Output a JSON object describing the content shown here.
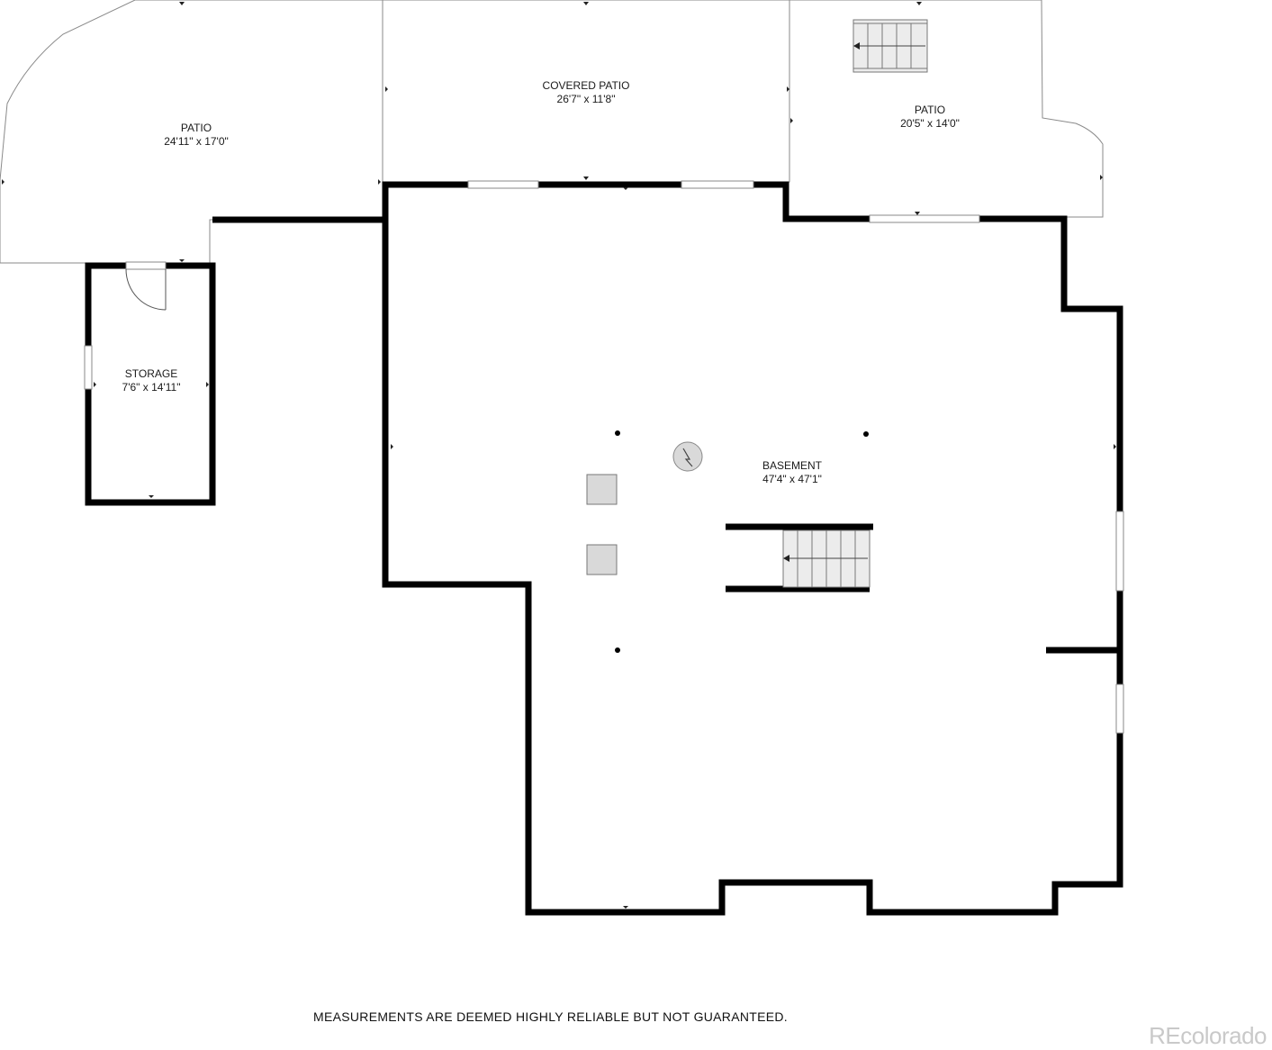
{
  "rooms": {
    "patio_west": {
      "name": "PATIO",
      "dims": "24'11\" x 17'0\""
    },
    "covered_patio": {
      "name": "COVERED PATIO",
      "dims": "26'7\" x 11'8\""
    },
    "patio_east": {
      "name": "PATIO",
      "dims": "20'5\" x 14'0\""
    },
    "storage": {
      "name": "STORAGE",
      "dims": "7'6\" x 14'11\""
    },
    "basement": {
      "name": "BASEMENT",
      "dims": "47'4\" x 47'1\""
    }
  },
  "footer": {
    "disclaimer": "MEASUREMENTS ARE DEEMED HIGHLY RELIABLE BUT NOT GUARANTEED.",
    "brand": "REcolorado"
  },
  "colors": {
    "wall": "#000000",
    "outline": "#8a8a8a",
    "fixture": "#d9d9d9",
    "brand": "#c9c9c9"
  }
}
